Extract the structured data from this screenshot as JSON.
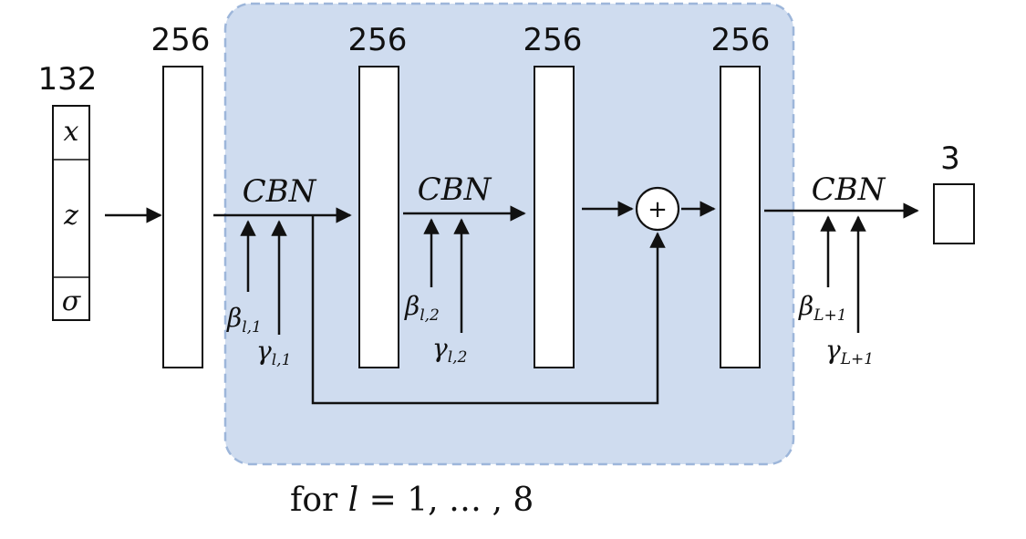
{
  "dims": {
    "input": "132",
    "fc1": "256",
    "block_a": "256",
    "block_b": "256",
    "block_c": "256",
    "output": "3"
  },
  "input_vector": {
    "x": "x",
    "z": "z",
    "sigma": "σ"
  },
  "cbn": {
    "first": "CBN",
    "second": "CBN",
    "final": "CBN"
  },
  "params": {
    "beta_l1": {
      "sym": "β",
      "sub": "l,1"
    },
    "gamma_l1": {
      "sym": "γ",
      "sub": "l,1"
    },
    "beta_l2": {
      "sym": "β",
      "sub": "l,2"
    },
    "gamma_l2": {
      "sym": "γ",
      "sub": "l,2"
    },
    "beta_L1": {
      "sym": "β",
      "sub": "L+1"
    },
    "gamma_L1": {
      "sym": "γ",
      "sub": "L+1"
    }
  },
  "plus_symbol": "+",
  "caption": {
    "prefix": "for ",
    "var": "l",
    "rest": " = 1, … , 8"
  },
  "colors": {
    "block_fill": "#cfdcef",
    "block_border": "#9db6da",
    "line": "#111111"
  }
}
